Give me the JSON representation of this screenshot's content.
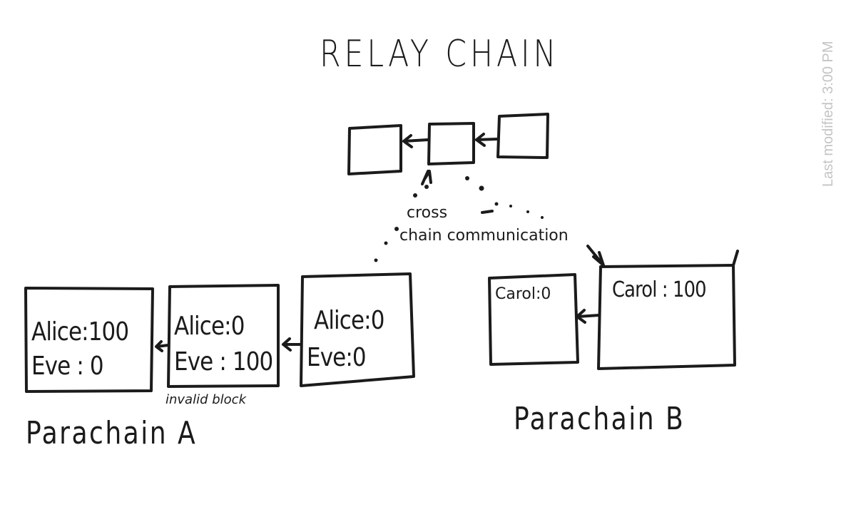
{
  "title": "RELAY CHAIN",
  "modified": "Last modified: 3:00 PM",
  "xcm_label": {
    "line1": "cross",
    "line2": "chain communication"
  },
  "parachain_a": {
    "label": "Parachain A",
    "blocks": [
      {
        "line1": "Alice:100",
        "line2": "Eve : 0"
      },
      {
        "line1": "Alice:0",
        "line2": "Eve : 100"
      },
      {
        "line1": "Alice:0",
        "line2": "Eve:0"
      }
    ],
    "invalid_note": "invalid block"
  },
  "parachain_b": {
    "label": "Parachain B",
    "blocks": [
      {
        "line1": "Carol:0"
      },
      {
        "line1": "Carol : 100"
      }
    ]
  }
}
